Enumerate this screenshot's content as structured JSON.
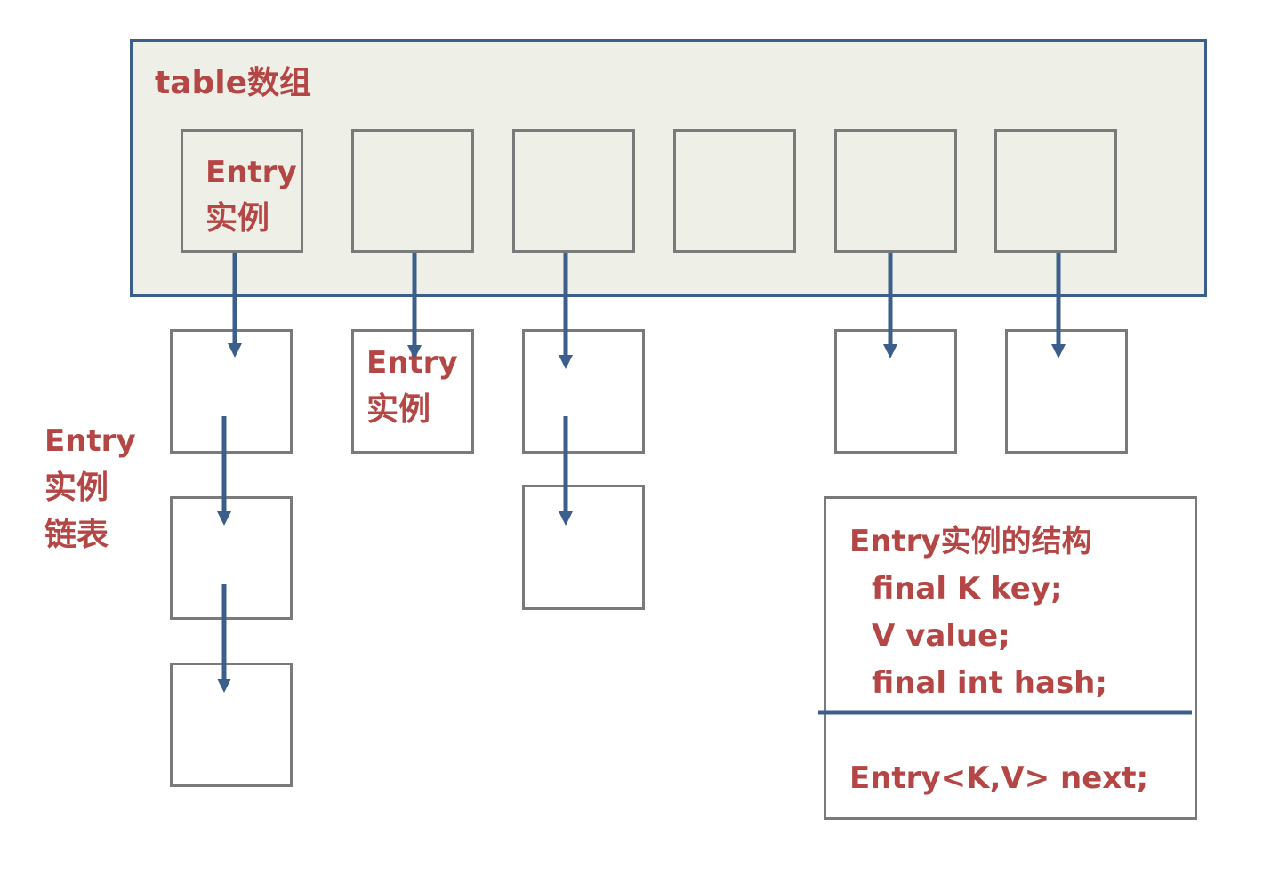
{
  "table_label": "table数组",
  "entry_in_table": {
    "line1": "Entry",
    "line2": "实例"
  },
  "entry_in_chain": {
    "line1": "Entry",
    "line2": "实例"
  },
  "entry_chain_label": {
    "line1": "Entry",
    "line2": "实例",
    "line3": "链表"
  },
  "structure": {
    "title": "Entry实例的结构",
    "fields": [
      "final K key;",
      "V value;",
      "final int hash;"
    ],
    "next_field": "Entry<K,V> next;"
  },
  "colors": {
    "panel_fill": "#eef0e7",
    "panel_border": "#3b5f8a",
    "box_border": "#7a7a7a",
    "text": "#b44646",
    "arrow": "#3b5f8a"
  }
}
